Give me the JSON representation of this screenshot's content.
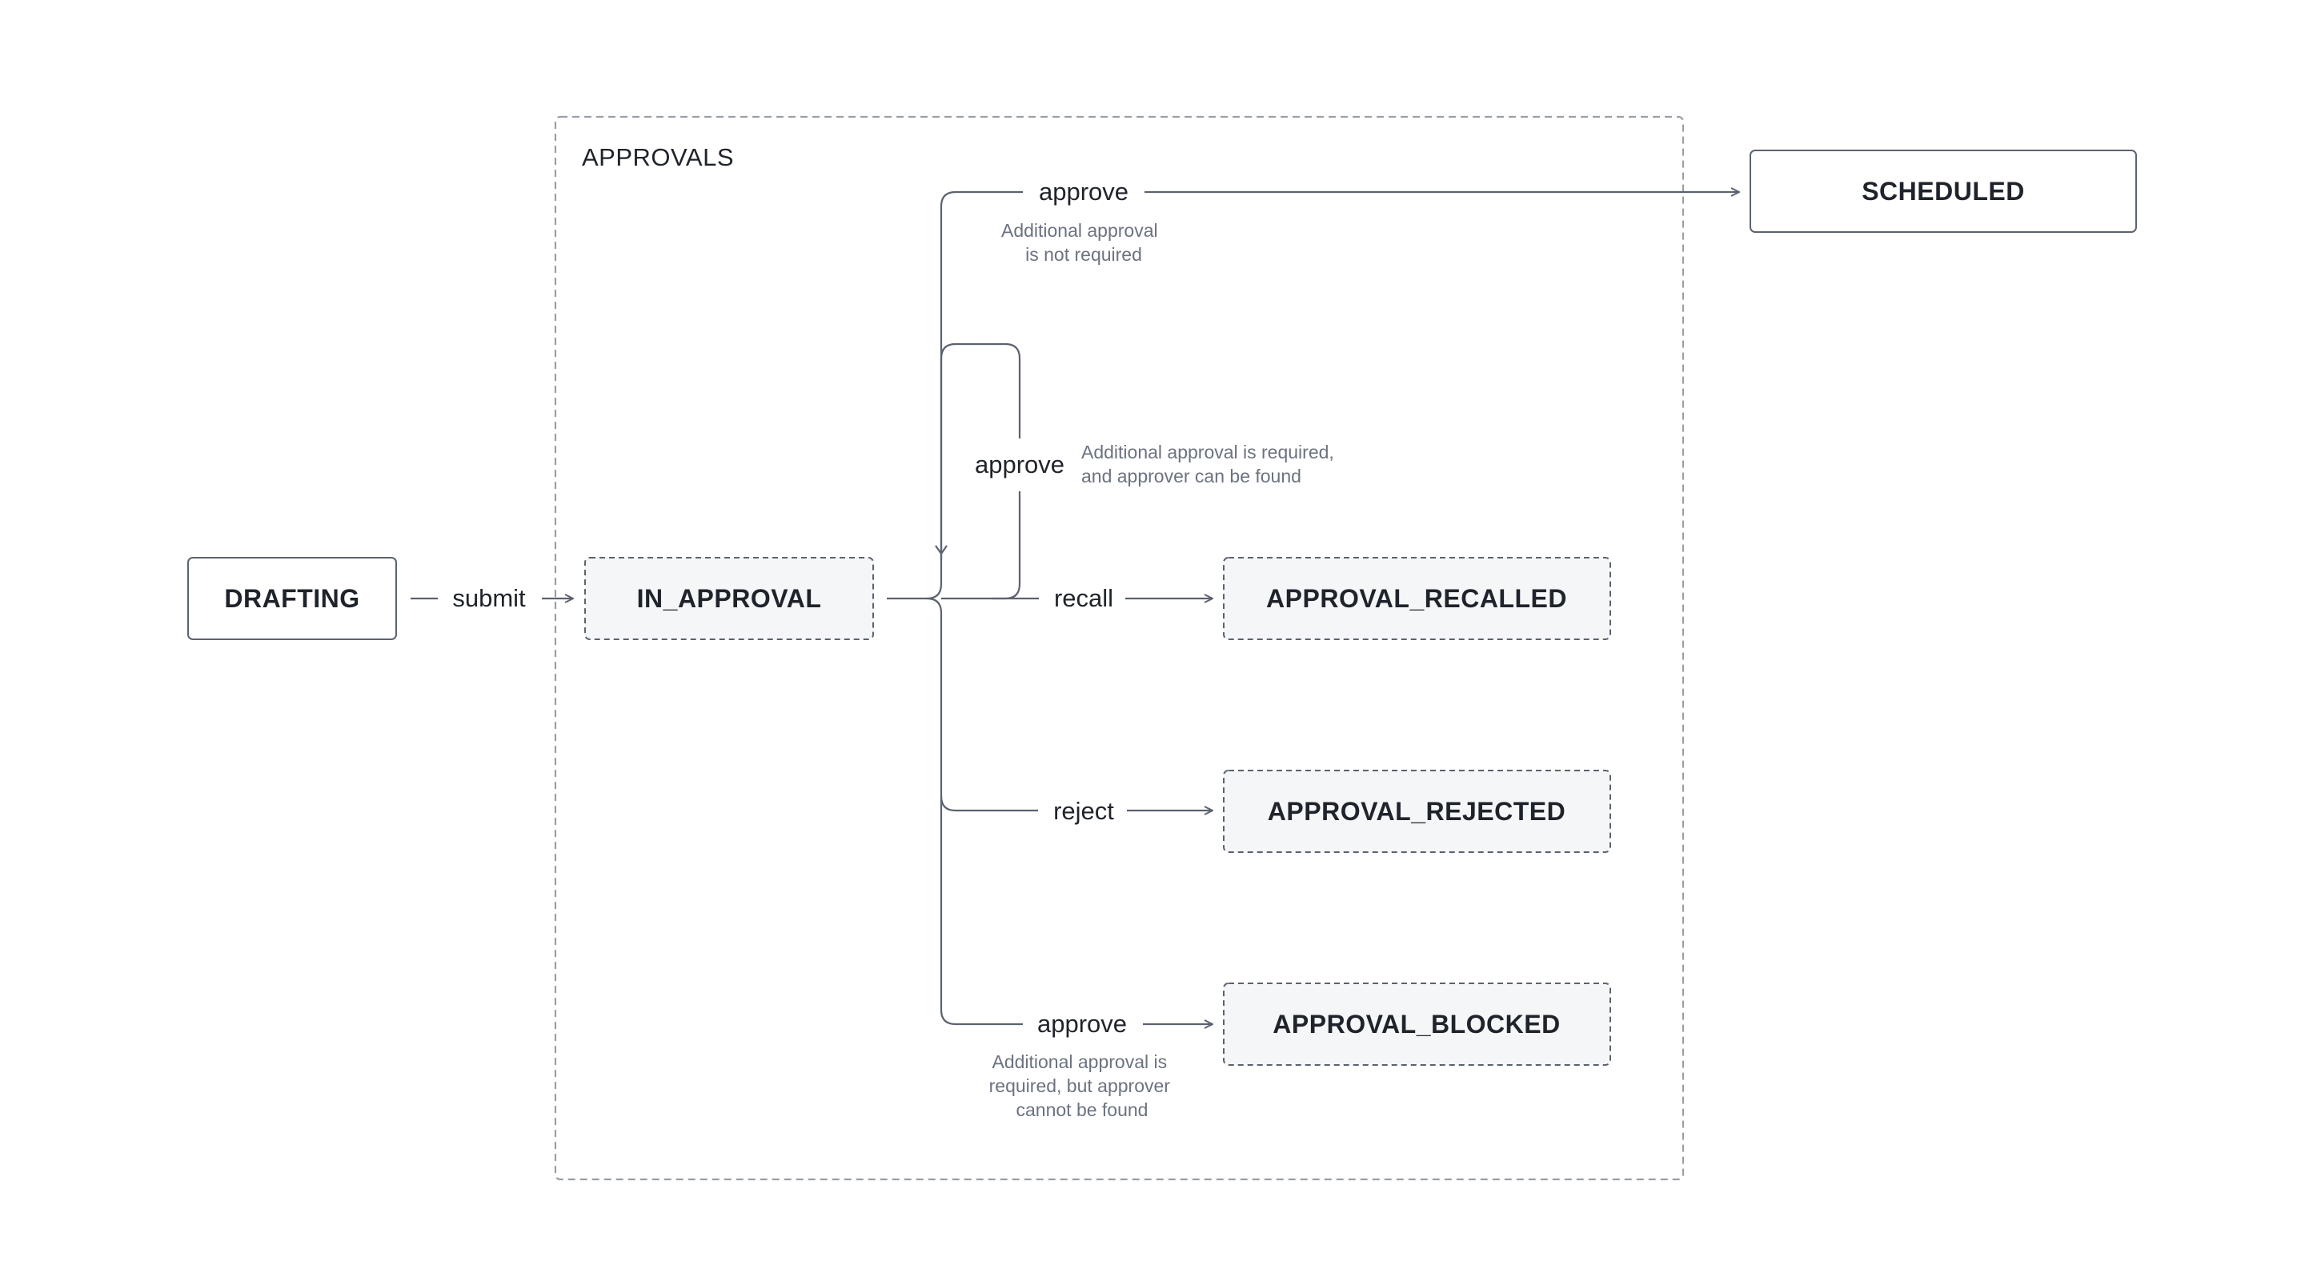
{
  "group": {
    "label": "APPROVALS"
  },
  "states": {
    "drafting": "DRAFTING",
    "in_approval": "IN_APPROVAL",
    "scheduled": "SCHEDULED",
    "approval_recalled": "APPROVAL_RECALLED",
    "approval_rejected": "APPROVAL_REJECTED",
    "approval_blocked": "APPROVAL_BLOCKED"
  },
  "transitions": {
    "submit": {
      "label": "submit"
    },
    "approve_scheduled": {
      "label": "approve",
      "note": [
        "Additional approval",
        "is not required"
      ]
    },
    "approve_loop": {
      "label": "approve",
      "note": [
        "Additional approval is required,",
        "and approver can be found"
      ]
    },
    "recall": {
      "label": "recall"
    },
    "reject": {
      "label": "reject"
    },
    "approve_blocked": {
      "label": "approve",
      "note": [
        "Additional approval is",
        "required, but approver",
        "cannot be found"
      ]
    }
  },
  "colors": {
    "line": "#5b6270",
    "text": "#1f232b",
    "note": "#6b7280",
    "state_fill": "#f5f6f8"
  }
}
